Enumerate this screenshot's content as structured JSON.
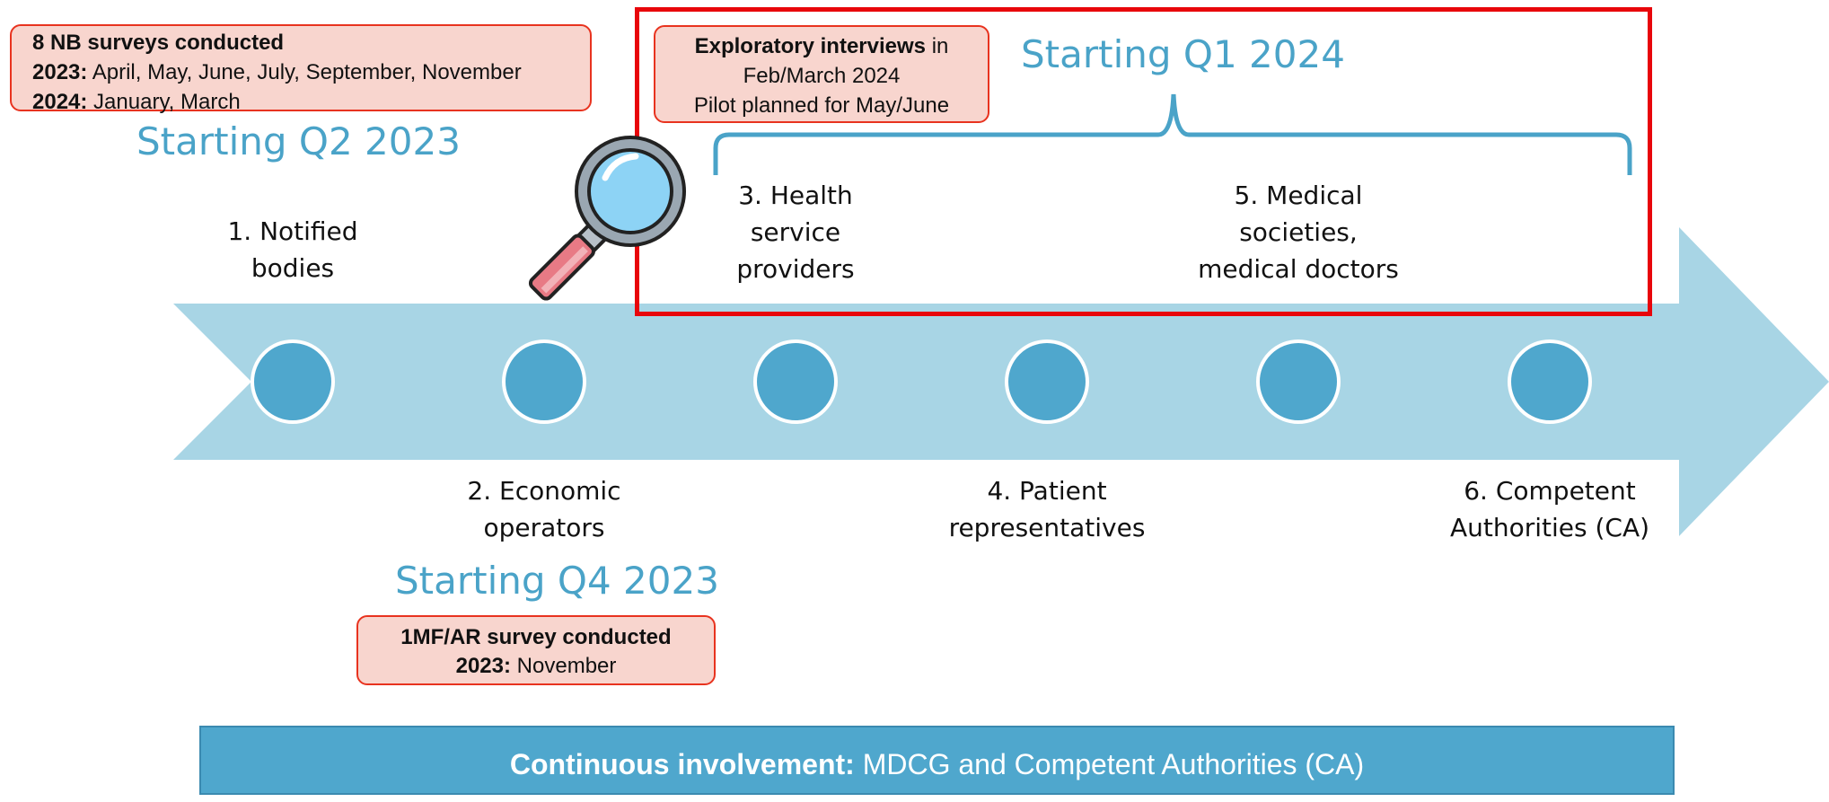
{
  "notes": {
    "nb": {
      "title": "8 NB surveys conducted",
      "line1_year": "2023:",
      "line1_text": " April, May, June, July, September, November",
      "line2_year": "2024:",
      "line2_text": " January, March"
    },
    "interviews": {
      "bold": "Exploratory interviews",
      "rest": " in",
      "line2": "Feb/March 2024",
      "line3": "Pilot planned for May/June"
    },
    "mf": {
      "title": "1MF/AR survey conducted",
      "year": "2023:",
      "text": " November"
    }
  },
  "starts": {
    "q2_2023": "Starting Q2 2023",
    "q1_2024": "Starting Q1 2024",
    "q4_2023": "Starting Q4 2023"
  },
  "stages": [
    {
      "line1": "1. Notified",
      "line2": "bodies",
      "line3": ""
    },
    {
      "line1": "2. Economic",
      "line2": "operators",
      "line3": ""
    },
    {
      "line1": "3. Health",
      "line2": "service",
      "line3": "providers"
    },
    {
      "line1": "4. Patient",
      "line2": "representatives",
      "line3": ""
    },
    {
      "line1": "5. Medical",
      "line2": "societies,",
      "line3": "medical doctors"
    },
    {
      "line1": "6. Competent",
      "line2": "Authorities (CA)",
      "line3": ""
    }
  ],
  "footer": {
    "bold": "Continuous involvement:",
    "text": " MDCG and Competent Authorities (CA)"
  },
  "colors": {
    "arrow": "#a8d5e5",
    "dot": "#4fa7cd",
    "accent_text": "#4aa3c8",
    "note_fill": "#f8d5ce",
    "note_border": "#e8331f",
    "highlight_border": "#e8060b"
  },
  "icons": {
    "magnifier": "magnifying-glass-icon"
  }
}
